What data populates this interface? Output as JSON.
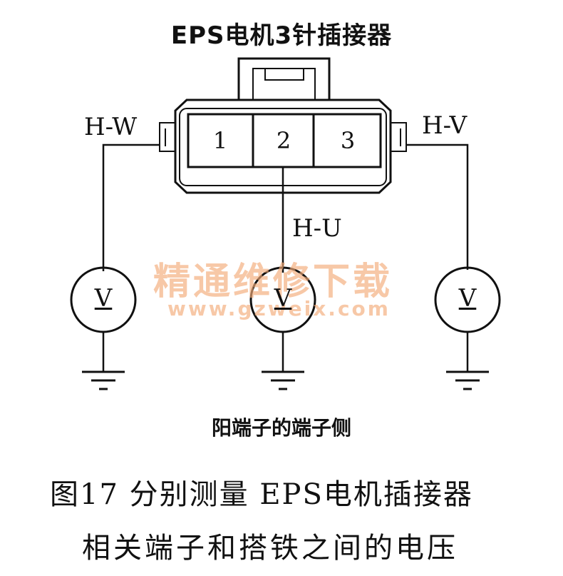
{
  "title": "EPS电机3针插接器",
  "pins": [
    "1",
    "2",
    "3"
  ],
  "wires": {
    "left": "H-W",
    "middle": "H-U",
    "right": "H-V"
  },
  "meter_symbol": "V",
  "side_caption": "阳端子的端子侧",
  "figure_caption": {
    "line1": "图17    分别测量 EPS电机插接器",
    "line2": "相关端子和搭铁之间的电压"
  },
  "watermark": {
    "line1": "精通维修下载",
    "line2": "www.gzweix.com",
    "color": "#f2aa78"
  }
}
